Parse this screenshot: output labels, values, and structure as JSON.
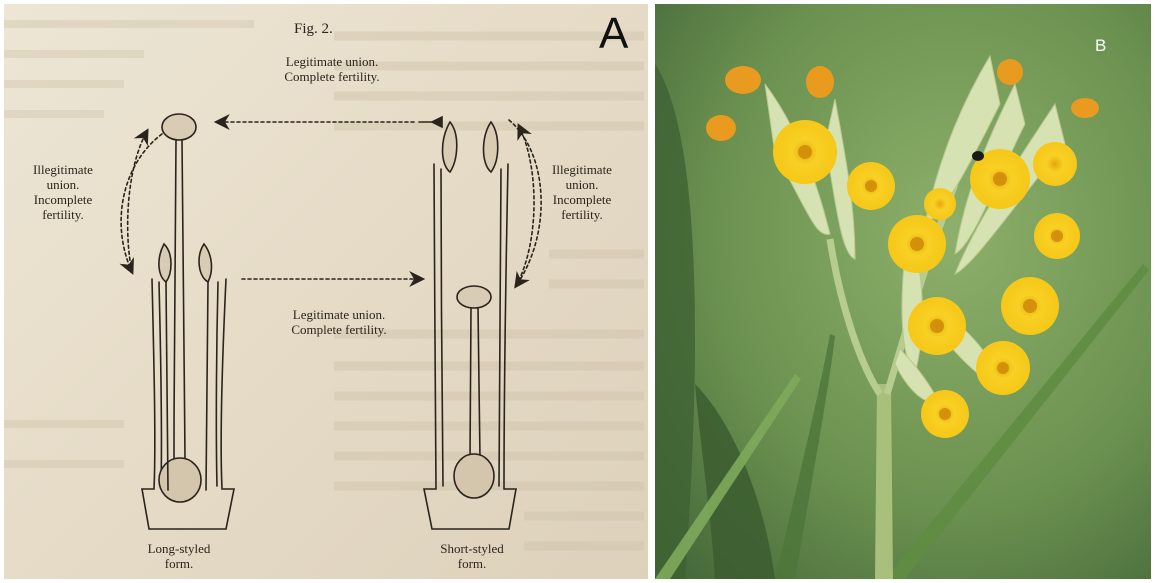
{
  "panel_a": {
    "letter": "A",
    "fig_title": "Fig. 2.",
    "top_label": [
      "Legitimate union.",
      "Complete fertility."
    ],
    "left_label": [
      "Illegitimate",
      "union.",
      "Incomplete",
      "fertility."
    ],
    "right_label": [
      "Illegitimate",
      "union.",
      "Incomplete",
      "fertility."
    ],
    "middle_label": [
      "Legitimate union.",
      "Complete fertility."
    ],
    "long_form": [
      "Long-styled",
      "form."
    ],
    "short_form": [
      "Short-styled",
      "form."
    ]
  },
  "panel_b": {
    "letter": "B"
  },
  "colors": {
    "paper": "#e6dcc8",
    "ink": "#2a241c",
    "petal": "#f5c617",
    "background_green": "#6f9553"
  }
}
